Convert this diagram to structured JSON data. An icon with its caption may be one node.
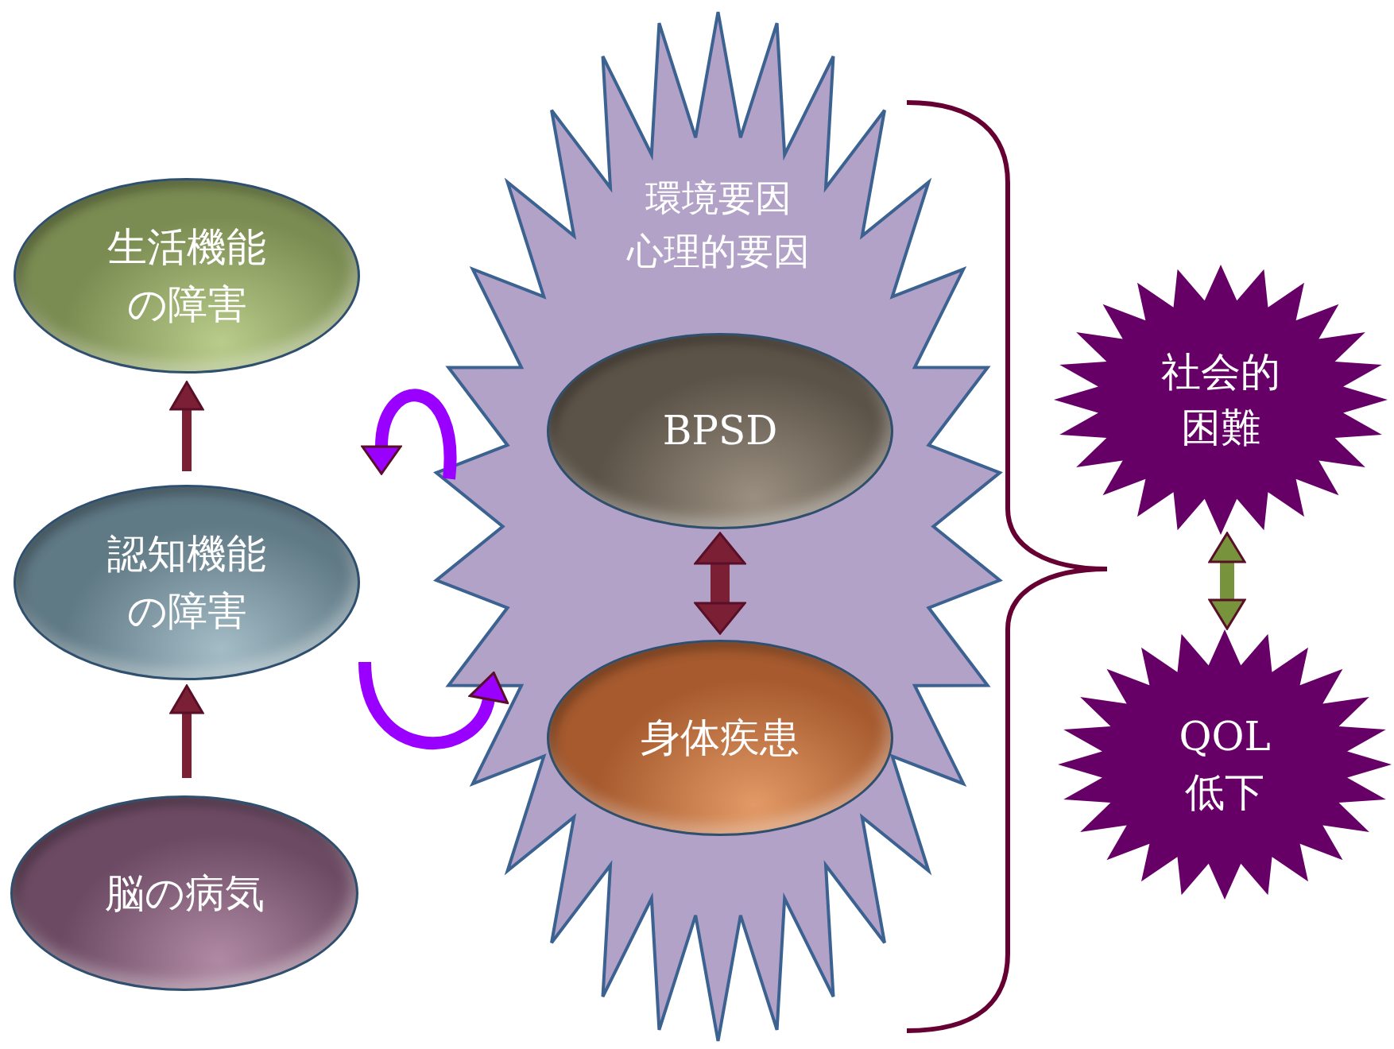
{
  "diagram": {
    "nodes": [
      {
        "text": [
          "生活機能の障害"
        ]
      },
      {
        "text": [
          "認知機能の障害"
        ]
      },
      {
        "text": [
          "脳の病気"
        ]
      },
      {
        "text": [
          "環境要因",
          "心理的要因"
        ]
      },
      {
        "text": [
          "BPSD"
        ],
        "in": 3
      },
      {
        "text": [
          "身体疾患"
        ],
        "in": 3
      },
      {
        "text": [
          "社会的困難"
        ]
      },
      {
        "text": [
          "QOL低下"
        ]
      }
    ],
    "edges": [
      {
        "from": 2,
        "to": 1,
        "arrow": "to"
      },
      {
        "from": 1,
        "to": 0,
        "arrow": "to"
      },
      {
        "from": 3,
        "to": 1,
        "arrow": "to",
        "color": "#9900ff"
      },
      {
        "from": 1,
        "to": 3,
        "arrow": "to",
        "color": "#9900ff"
      },
      {
        "from": 4,
        "to": 5,
        "arrow": "both"
      },
      {
        "from": 6,
        "to": 7,
        "arrow": "both",
        "color": "#77933c"
      }
    ]
  }
}
